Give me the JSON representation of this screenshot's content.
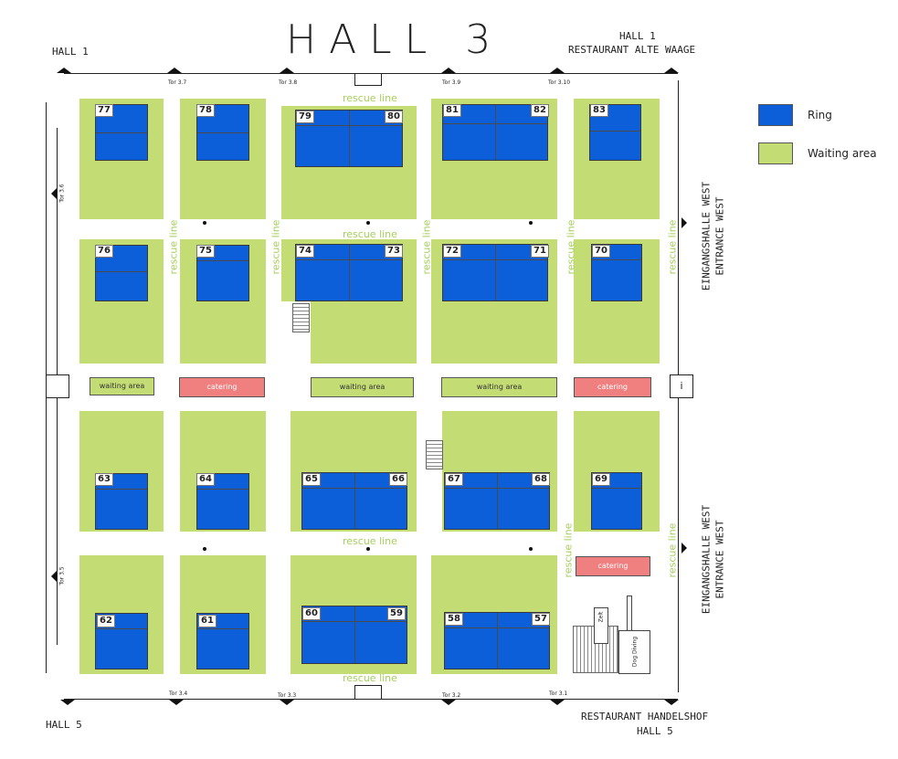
{
  "title": "HALL 3",
  "labels": {
    "top_left": "HALL 1",
    "top_right_1": "HALL 1",
    "top_right_2": "RESTAURANT ALTE WAAGE",
    "bottom_left": "HALL 5",
    "bottom_right_1": "RESTAURANT HANDELSHOF",
    "bottom_right_2": "HALL 5",
    "entrance_1_1": "EINGANGSHALLE WEST",
    "entrance_1_2": "ENTRANCE WEST",
    "entrance_2_1": "EINGANGSHALLE WEST",
    "entrance_2_2": "ENTRANCE WEST",
    "info": "i"
  },
  "gates": {
    "top": [
      "Tor 3.7",
      "Tor 3.8",
      "Tor 3.9",
      "Tor 3.10"
    ],
    "bottom": [
      "Tor 3.4",
      "Tor 3.3",
      "Tor 3.2",
      "Tor 3.1"
    ],
    "left": [
      "Tor 3.6",
      "Tor 3.5"
    ]
  },
  "rescue_line": "rescue line",
  "legend": {
    "ring": {
      "label": "Ring",
      "color": "#0c5fd8"
    },
    "waiting": {
      "label": "Waiting area",
      "color": "#c4dc74"
    }
  },
  "colors": {
    "catering": "#f08080",
    "rescue": "#a6cf5c"
  },
  "rings": {
    "r77": "77",
    "r78": "78",
    "r79": "79",
    "r80": "80",
    "r81": "81",
    "r82": "82",
    "r83": "83",
    "r76": "76",
    "r75": "75",
    "r74": "74",
    "r73": "73",
    "r72": "72",
    "r71": "71",
    "r70": "70",
    "r63": "63",
    "r64": "64",
    "r65": "65",
    "r66": "66",
    "r67": "67",
    "r68": "68",
    "r69": "69",
    "r62": "62",
    "r61": "61",
    "r60": "60",
    "r59": "59",
    "r58": "58",
    "r57": "57"
  },
  "areas": {
    "waiting_1": "waiting area",
    "waiting_2": "waiting area",
    "waiting_3": "waiting area",
    "catering_1": "catering",
    "catering_2": "catering",
    "catering_3": "catering",
    "zelt": "Zelt",
    "dog_diving": "Dog Diving"
  }
}
